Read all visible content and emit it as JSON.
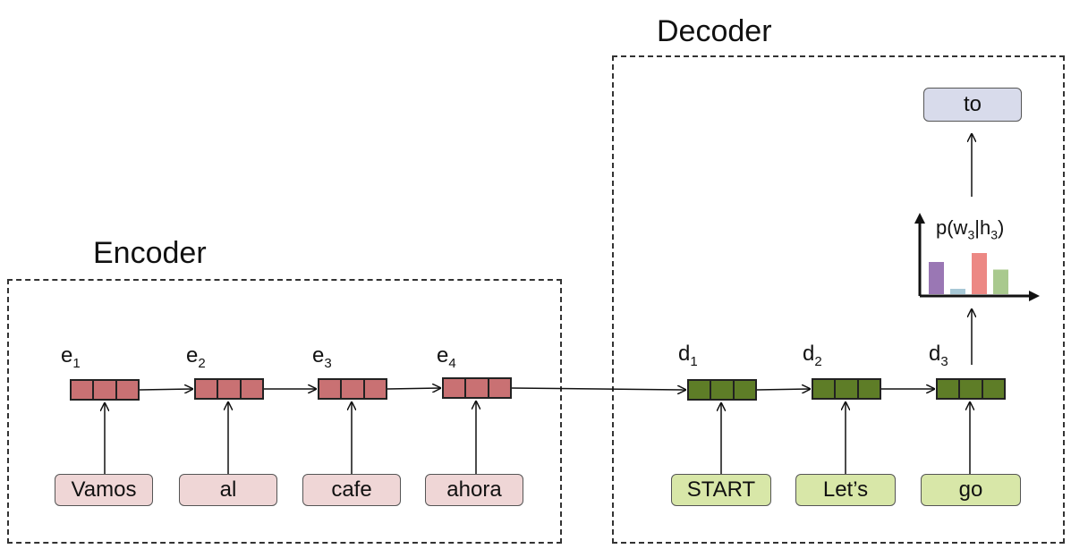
{
  "encoder": {
    "title": "Encoder",
    "states": [
      {
        "name": "e",
        "sub": "1"
      },
      {
        "name": "e",
        "sub": "2"
      },
      {
        "name": "e",
        "sub": "3"
      },
      {
        "name": "e",
        "sub": "4"
      }
    ],
    "inputs": [
      "Vamos",
      "al",
      "cafe",
      "ahora"
    ]
  },
  "decoder": {
    "title": "Decoder",
    "states": [
      {
        "name": "d",
        "sub": "1"
      },
      {
        "name": "d",
        "sub": "2"
      },
      {
        "name": "d",
        "sub": "3"
      }
    ],
    "inputs": [
      "START",
      "Let’s",
      "go"
    ],
    "output": "to",
    "distribution": {
      "label_prefix": "p(w",
      "label_sub1": "3",
      "label_mid": "|h",
      "label_sub2": "3",
      "label_suffix": ")",
      "bar_colors": [
        "#9a77b4",
        "#a7c8d6",
        "#ec8884",
        "#a9c98e"
      ],
      "bar_values": [
        0.72,
        0.12,
        0.92,
        0.55
      ]
    }
  },
  "colors": {
    "encoder_cell": "#c97173",
    "encoder_word": "#efd6d6",
    "decoder_cell": "#5e7d27",
    "decoder_word": "#d8e7a8",
    "output_word": "#d8dbeb"
  }
}
